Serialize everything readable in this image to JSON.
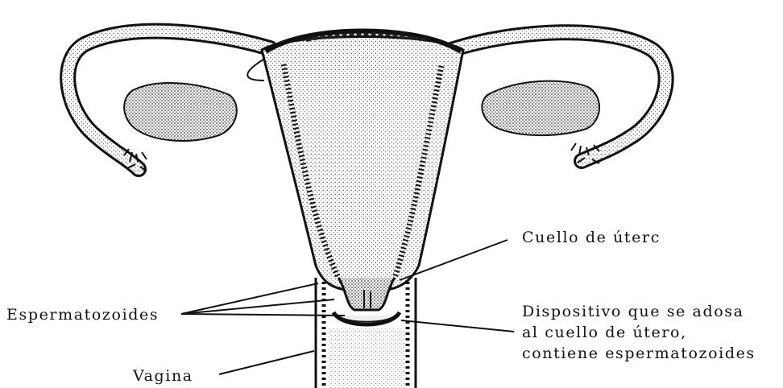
{
  "labels": {
    "cervix": "Cuello de úterc",
    "sperm": "Espermatozoides",
    "device_line1": "Dispositivo que se adosa",
    "device_line2": "al cuello de útero,",
    "device_line3": "contiene espermatozoides",
    "vagina": "Vagina"
  },
  "colors": {
    "ink": "#111111",
    "stipple": "#cfcfcf",
    "background": "#ffffff"
  }
}
